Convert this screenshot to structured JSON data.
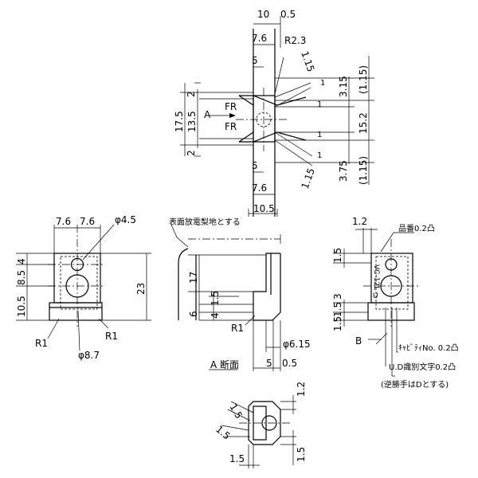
{
  "top_view": {
    "dim_10": "10",
    "dim_0_5_top": "0.5",
    "dim_7_6_top": "7.6",
    "dim_r2_3": "R2.3",
    "dim_5_top": "5",
    "dim_1_15_upper": "1.15",
    "dim_2_upper": "2",
    "dim_3_15": "3.15",
    "dim_1_15_paren_upper": "(1.15)",
    "label_a": "A",
    "label_fr_upper": "FR",
    "label_fr_lower": "FR",
    "dim_17_5": "17.5",
    "dim_13_5": "13.5",
    "dim_15_2": "15.2",
    "dim_2_lower": "2",
    "dim_3_75": "3.75",
    "dim_1_15_paren_lower": "(1.15)",
    "dim_5_bottom": "5",
    "dim_1_15_lower": "1.15",
    "dim_7_6_bottom": "7.6",
    "dim_10_5": "10.5",
    "num_1_a": "1",
    "num_1_b": "1",
    "num_1_c": "1",
    "num_1_d": "1"
  },
  "front_view": {
    "dim_7_6_left": "7.6",
    "dim_7_6_right": "7.6",
    "dim_phi_4_5": "φ4.5",
    "dim_4": "4",
    "dim_8_5": "8.5",
    "dim_10_5": "10.5",
    "dim_23": "23",
    "label_r1_left": "R1",
    "label_r1_right": "R1",
    "dim_phi_8_7": "φ8.7"
  },
  "section_view": {
    "note_surface": "表面放電梨地とする",
    "dim_17": "17",
    "dim_1_5": "1.5",
    "dim_4": "4",
    "dim_6": "6",
    "label_r1": "R1",
    "dim_phi_6_15": "φ6.15",
    "dim_5": "5",
    "dim_0_5": "0.5",
    "title": "A 断面"
  },
  "side_view": {
    "dim_1_2": "1.2",
    "note_part_no": "品番0.2凸",
    "dim_1_5_top": "1.5",
    "dim_1_5_a": "1.5",
    "dim_3": "3",
    "dim_1_5_b": "1.5",
    "label_b": "B",
    "note_cavity": "ｷｬﾋﾞﾃｨNo. 0.2凸",
    "note_ud": "U.D識別文字0.2凸",
    "note_reverse": "(逆勝手はDとする)",
    "engrave_text": "VC-12L",
    "engrave_u": "U"
  },
  "bottom_view": {
    "dim_1_5_a": "1.5",
    "dim_1_2": "1.2",
    "dim_1_5_b": "1.5",
    "dim_1_5_c": "1.5",
    "dim_1_5_d": "1.5"
  }
}
